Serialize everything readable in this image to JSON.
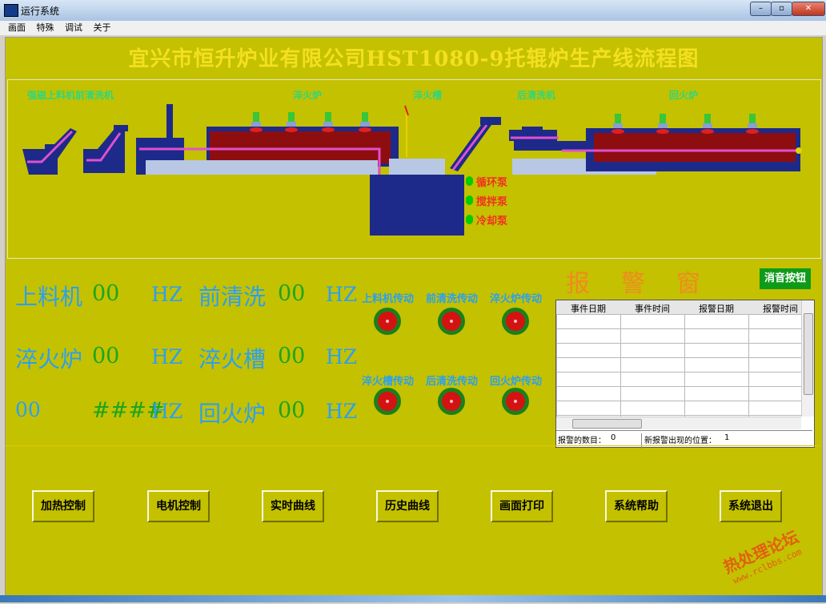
{
  "window": {
    "title": "运行系统",
    "min": "–",
    "max": "▫",
    "close": "✕"
  },
  "menu": [
    "画面",
    "特殊",
    "调试",
    "关于"
  ],
  "headline": "宜兴市恒升炉业有限公司HST1080-9托辊炉生产线流程图",
  "flow": {
    "labels": {
      "feeder_prewash": "强磁上料机前清洗机",
      "quench_furnace": "淬火炉",
      "quench_tank": "淬火槽",
      "post_wash": "后清洗机",
      "temper_furnace": "回火炉"
    },
    "pumps": [
      "循环泵",
      "搅拌泵",
      "冷却泵"
    ]
  },
  "frequencies": {
    "unit": "HZ",
    "rows": [
      [
        {
          "name": "上料机",
          "value": "00"
        },
        {
          "name": "前清洗",
          "value": "00"
        }
      ],
      [
        {
          "name": "淬火炉",
          "value": "00"
        },
        {
          "name": "淬火槽",
          "value": "00"
        }
      ],
      [
        {
          "name": "",
          "value": "00"
        },
        {
          "name": "回火炉",
          "value": "00"
        }
      ]
    ],
    "row3_extra": "####"
  },
  "drives": [
    "上料机传动",
    "前清洗传动",
    "淬火炉传动",
    "淬火槽传动",
    "后清洗传动",
    "回火炉传动"
  ],
  "alarm": {
    "title": "报警窗口",
    "mute_button": "消音按钮",
    "columns": [
      "事件日期",
      "事件时间",
      "报警日期",
      "报警时间"
    ],
    "status": {
      "count_label": "报警的数目：",
      "count_value": "0",
      "pos_label": "新报警出现的位置：",
      "pos_value": "1"
    }
  },
  "buttons": [
    "加热控制",
    "电机控制",
    "实时曲线",
    "历史曲线",
    "画面打印",
    "系统帮助",
    "系统退出"
  ],
  "watermark": {
    "line1": "热处理论坛",
    "line2": "www.rclbbs.com"
  },
  "colors": {
    "panel_bg": "#c4c100",
    "title": "#f3e020",
    "label_blue": "#2aa0f0",
    "value_green": "#1da51f",
    "alarm": "#f08a22",
    "pump_text": "#f03020"
  }
}
